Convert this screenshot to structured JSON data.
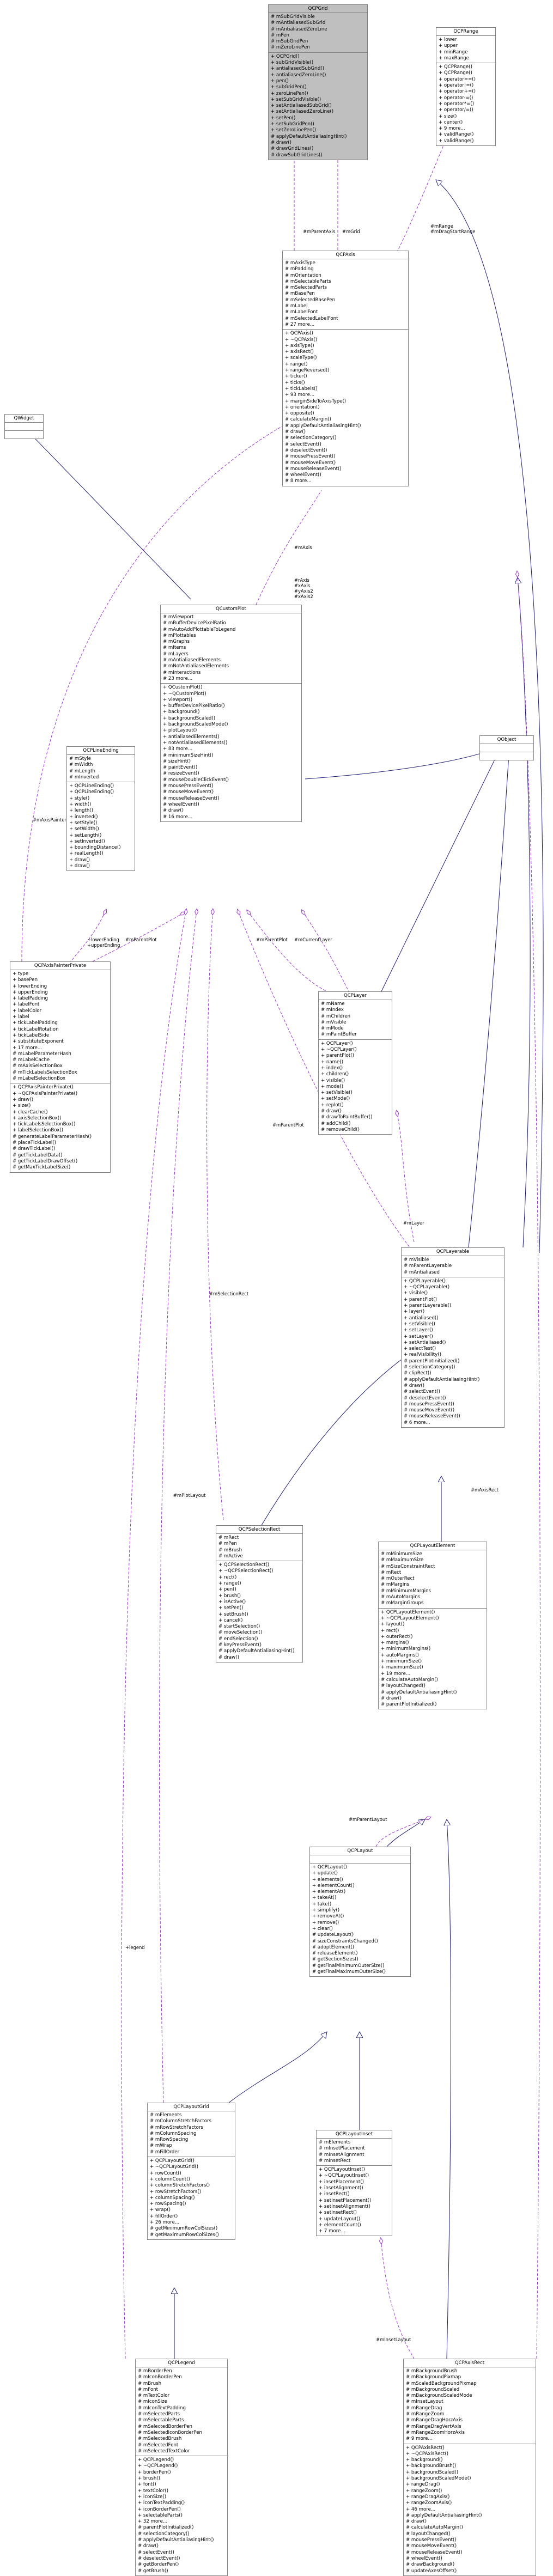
{
  "nodes": [
    {
      "id": "qcpgrid",
      "title": "QCPGrid",
      "members": [
        "# mSubGridVisible",
        "# mAntialiasedSubGrid",
        "# mAntialiasedZeroLine",
        "# mPen",
        "# mSubGridPen",
        "# mZeroLinePen"
      ],
      "methods": [
        "+ QCPGrid()",
        "+ subGridVisible()",
        "+ antialiasedSubGrid()",
        "+ antialiasedZeroLine()",
        "+ pen()",
        "+ subGridPen()",
        "+ zeroLinePen()",
        "+ setSubGridVisible()",
        "+ setAntialiasedSubGrid()",
        "+ setAntialiasedZeroLine()",
        "+ setPen()",
        "+ setSubGridPen()",
        "+ setZeroLinePen()",
        "# applyDefaultAntialiasingHint()",
        "# draw()",
        "# drawGridLines()",
        "# drawSubGridLines()"
      ]
    },
    {
      "id": "qcprange",
      "title": "QCPRange",
      "members": [
        "+ lower",
        "+ upper",
        "+ minRange",
        "+ maxRange"
      ],
      "methods": [
        "+ QCPRange()",
        "+ QCPRange()",
        "+ operator==()",
        "+ operator!=()",
        "+ operator+=()",
        "+ operator-=()",
        "+ operator*=()",
        "+ operator/=()",
        "+ size()",
        "+ center()",
        "+ 9 more...",
        "+ validRange()",
        "+ validRange()"
      ]
    },
    {
      "id": "qcpaxis",
      "title": "QCPAxis",
      "members": [
        "# mAxisType",
        "# mPadding",
        "# mOrientation",
        "# mSelectableParts",
        "# mSelectedParts",
        "# mBasePen",
        "# mSelectedBasePen",
        "# mLabel",
        "# mLabelFont",
        "# mSelectedLabelFont",
        "# 27 more..."
      ],
      "methods": [
        "+ QCPAxis()",
        "+ ~QCPAxis()",
        "+ axisType()",
        "+ axisRect()",
        "+ scaleType()",
        "+ range()",
        "+ rangeReversed()",
        "+ ticker()",
        "+ ticks()",
        "+ tickLabels()",
        "+ 93 more...",
        "+ marginSideToAxisType()",
        "+ orientation()",
        "+ opposite()",
        "# calculateMargin()",
        "# applyDefaultAntialiasingHint()",
        "# draw()",
        "# selectionCategory()",
        "# selectEvent()",
        "# deselectEvent()",
        "# mousePressEvent()",
        "# mouseMoveEvent()",
        "# mouseReleaseEvent()",
        "# wheelEvent()",
        "# 8 more..."
      ]
    },
    {
      "id": "qwidget",
      "title": "QWidget",
      "members": [],
      "methods": []
    },
    {
      "id": "qcustomplot",
      "title": "QCustomPlot",
      "members": [
        "# mViewport",
        "# mBufferDevicePixelRatio",
        "# mAutoAddPlottableToLegend",
        "# mPlottables",
        "# mGraphs",
        "# mItems",
        "# mLayers",
        "# mAntialiasedElements",
        "# mNotAntialiasedElements",
        "# mInteractions",
        "# 23 more..."
      ],
      "methods": [
        "+ QCustomPlot()",
        "+ ~QCustomPlot()",
        "+ viewport()",
        "+ bufferDevicePixelRatio()",
        "+ background()",
        "+ backgroundScaled()",
        "+ backgroundScaledMode()",
        "+ plotLayout()",
        "+ antialiasedElements()",
        "+ notAntialiasedElements()",
        "+ 83 more...",
        "# minimumSizeHint()",
        "# sizeHint()",
        "# paintEvent()",
        "# resizeEvent()",
        "# mouseDoubleClickEvent()",
        "# mousePressEvent()",
        "# mouseMoveEvent()",
        "# mouseReleaseEvent()",
        "# wheelEvent()",
        "# draw()",
        "# 16 more..."
      ]
    },
    {
      "id": "qcplineending",
      "title": "QCPLineEnding",
      "members": [
        "# mStyle",
        "# mWidth",
        "# mLength",
        "# mInverted"
      ],
      "methods": [
        "+ QCPLineEnding()",
        "+ QCPLineEnding()",
        "+ style()",
        "+ width()",
        "+ length()",
        "+ inverted()",
        "+ setStyle()",
        "+ setWidth()",
        "+ setLength()",
        "+ setInverted()",
        "+ boundingDistance()",
        "+ realLength()",
        "+ draw()",
        "+ draw()"
      ]
    },
    {
      "id": "qobject",
      "title": "QObject",
      "members": [],
      "methods": []
    },
    {
      "id": "qcpaxispainterprivate",
      "title": "QCPAxisPainterPrivate",
      "members": [
        "+ type",
        "+ basePen",
        "+ lowerEnding",
        "+ upperEnding",
        "+ labelPadding",
        "+ labelFont",
        "+ labelColor",
        "+ label",
        "+ tickLabelPadding",
        "+ tickLabelRotation",
        "+ tickLabelSide",
        "+ substituteExponent",
        "+ 17 more...",
        "# mLabelParameterHash",
        "# mLabelCache",
        "# mAxisSelectionBox",
        "# mTickLabelsSelectionBox",
        "# mLabelSelectionBox"
      ],
      "methods": [
        "+ QCPAxisPainterPrivate()",
        "+ ~QCPAxisPainterPrivate()",
        "+ draw()",
        "+ size()",
        "+ clearCache()",
        "+ axisSelectionBox()",
        "+ tickLabelsSelectionBox()",
        "+ labelSelectionBox()",
        "# generateLabelParameterHash()",
        "# placeTickLabel()",
        "# drawTickLabel()",
        "# getTickLabelData()",
        "# getTickLabelDrawOffset()",
        "# getMaxTickLabelSize()"
      ]
    },
    {
      "id": "qcplayer",
      "title": "QCPLayer",
      "members": [
        "# mName",
        "# mIndex",
        "# mChildren",
        "# mVisible",
        "# mMode",
        "# mPaintBuffer"
      ],
      "methods": [
        "+ QCPLayer()",
        "+ ~QCPLayer()",
        "+ parentPlot()",
        "+ name()",
        "+ index()",
        "+ children()",
        "+ visible()",
        "+ mode()",
        "+ setVisible()",
        "+ setMode()",
        "+ replot()",
        "# draw()",
        "# drawToPaintBuffer()",
        "# addChild()",
        "# removeChild()"
      ]
    },
    {
      "id": "qcplayerable",
      "title": "QCPLayerable",
      "members": [
        "# mVisible",
        "# mParentLayerable",
        "# mAntialiased"
      ],
      "methods": [
        "+ QCPLayerable()",
        "+ ~QCPLayerable()",
        "+ visible()",
        "+ parentPlot()",
        "+ parentLayerable()",
        "+ layer()",
        "+ antialiased()",
        "+ setVisible()",
        "+ setLayer()",
        "+ setLayer()",
        "+ setAntialiased()",
        "+ selectTest()",
        "+ realVisibility()",
        "# parentPlotInitialized()",
        "# selectionCategory()",
        "# clipRect()",
        "# applyDefaultAntialiasingHint()",
        "# draw()",
        "# selectEvent()",
        "# deselectEvent()",
        "# mousePressEvent()",
        "# mouseMoveEvent()",
        "# mouseReleaseEvent()",
        "# 6 more..."
      ]
    },
    {
      "id": "qcpselectionrect",
      "title": "QCPSelectionRect",
      "members": [
        "# mRect",
        "# mPen",
        "# mBrush",
        "# mActive"
      ],
      "methods": [
        "+ QCPSelectionRect()",
        "+ ~QCPSelectionRect()",
        "+ rect()",
        "+ range()",
        "+ pen()",
        "+ brush()",
        "+ isActive()",
        "+ setPen()",
        "+ setBrush()",
        "+ cancel()",
        "# startSelection()",
        "# moveSelection()",
        "# endSelection()",
        "# keyPressEvent()",
        "# applyDefaultAntialiasingHint()",
        "# draw()"
      ]
    },
    {
      "id": "qcplayoutelement",
      "title": "QCPLayoutElement",
      "members": [
        "# mMinimumSize",
        "# mMaximumSize",
        "# mSizeConstraintRect",
        "# mRect",
        "# mOuterRect",
        "# mMargins",
        "# mMinimumMargins",
        "# mAutoMargins",
        "# mMarginGroups"
      ],
      "methods": [
        "+ QCPLayoutElement()",
        "+ ~QCPLayoutElement()",
        "+ layout()",
        "+ rect()",
        "+ outerRect()",
        "+ margins()",
        "+ minimumMargins()",
        "+ autoMargins()",
        "+ minimumSize()",
        "+ maximumSize()",
        "+ 19 more...",
        "# calculateAutoMargin()",
        "# layoutChanged()",
        "# applyDefaultAntialiasingHint()",
        "# draw()",
        "# parentPlotInitialized()"
      ]
    },
    {
      "id": "qcplayout",
      "title": "QCPLayout",
      "members": [],
      "methods": [
        "+ QCPLayout()",
        "+ update()",
        "+ elements()",
        "+ elementCount()",
        "+ elementAt()",
        "+ takeAt()",
        "+ take()",
        "+ simplify()",
        "+ removeAt()",
        "+ remove()",
        "+ clear()",
        "# updateLayout()",
        "# sizeConstraintsChanged()",
        "# adoptElement()",
        "# releaseElement()",
        "# getSectionSizes()",
        "# getFinalMinimumOuterSize()",
        "# getFinalMaximumOuterSize()"
      ]
    },
    {
      "id": "qcplayoutgrid",
      "title": "QCPLayoutGrid",
      "members": [
        "# mElements",
        "# mColumnStretchFactors",
        "# mRowStretchFactors",
        "# mColumnSpacing",
        "# mRowSpacing",
        "# mWrap",
        "# mFillOrder"
      ],
      "methods": [
        "+ QCPLayoutGrid()",
        "+ ~QCPLayoutGrid()",
        "+ rowCount()",
        "+ columnCount()",
        "+ columnStretchFactors()",
        "+ rowStretchFactors()",
        "+ columnSpacing()",
        "+ rowSpacing()",
        "+ wrap()",
        "+ fillOrder()",
        "+ 26 more...",
        "# getMinimumRowColSizes()",
        "# getMaximumRowColSizes()"
      ]
    },
    {
      "id": "qcplayoutinset",
      "title": "QCPLayoutInset",
      "members": [
        "# mElements",
        "# mInsetPlacement",
        "# mInsetAlignment",
        "# mInsetRect"
      ],
      "methods": [
        "+ QCPLayoutInset()",
        "+ ~QCPLayoutInset()",
        "+ insetPlacement()",
        "+ insetAlignment()",
        "+ insetRect()",
        "+ setInsetPlacement()",
        "+ setInsetAlignment()",
        "+ setInsetRect()",
        "+ updateLayout()",
        "+ elementCount()",
        "+ 7 more..."
      ]
    },
    {
      "id": "qcplegend",
      "title": "QCPLegend",
      "members": [
        "# mBorderPen",
        "# mIconBorderPen",
        "# mBrush",
        "# mFont",
        "# mTextColor",
        "# mIconSize",
        "# mIconTextPadding",
        "# mSelectedParts",
        "# mSelectableParts",
        "# mSelectedBorderPen",
        "# mSelectedIconBorderPen",
        "# mSelectedBrush",
        "# mSelectedFont",
        "# mSelectedTextColor"
      ],
      "methods": [
        "+ QCPLegend()",
        "+ ~QCPLegend()",
        "+ borderPen()",
        "+ brush()",
        "+ font()",
        "+ textColor()",
        "+ iconSize()",
        "+ iconTextPadding()",
        "+ iconBorderPen()",
        "+ selectableParts()",
        "+ 32 more...",
        "# parentPlotInitialized()",
        "# selectionCategory()",
        "# applyDefaultAntialiasingHint()",
        "# draw()",
        "# selectEvent()",
        "# deselectEvent()",
        "# getBorderPen()",
        "# getBrush()"
      ]
    },
    {
      "id": "qcpaxisrect",
      "title": "QCPAxisRect",
      "members": [
        "# mBackgroundBrush",
        "# mBackgroundPixmap",
        "# mScaledBackgroundPixmap",
        "# mBackgroundScaled",
        "# mBackgroundScaledMode",
        "# mInsetLayout",
        "# mRangeDrag",
        "# mRangeZoom",
        "# mRangeDragHorzAxis",
        "# mRangeDragVertAxis",
        "# mRangeZoomHorzAxis",
        "# 9 more..."
      ],
      "methods": [
        "+ QCPAxisRect()",
        "+ ~QCPAxisRect()",
        "+ background()",
        "+ backgroundBrush()",
        "+ backgroundScaled()",
        "+ backgroundScaledMode()",
        "+ rangeDrag()",
        "+ rangeZoom()",
        "+ rangeDragAxis()",
        "+ rangeZoomAxis()",
        "+ 46 more...",
        "# applyDefaultAntialiasingHint()",
        "# draw()",
        "# calculateAutoMargin()",
        "# layoutChanged()",
        "# mousePressEvent()",
        "# mouseMoveEvent()",
        "# mouseReleaseEvent()",
        "# wheelEvent()",
        "# drawBackground()",
        "# updateAxesOffset()"
      ]
    }
  ],
  "edge_labels": [
    {
      "id": "l-mparentaxis",
      "text": "#mParentAxis"
    },
    {
      "id": "l-mgrid",
      "text": "#mGrid"
    },
    {
      "id": "l-mrange",
      "text": "#mRange\n#mDragStartRange"
    },
    {
      "id": "l-maxis",
      "text": "#mAxis"
    },
    {
      "id": "l-raxis",
      "text": "#rAxis\n#xAxis\n#yAxis2\n#xAxis2"
    },
    {
      "id": "l-maxispainter",
      "text": "#mAxisPainter"
    },
    {
      "id": "l-lowerending",
      "text": "+lowerEnding\n+upperEnding"
    },
    {
      "id": "l-mparentplot1",
      "text": "#mParentPlot"
    },
    {
      "id": "l-mparentplot2",
      "text": "#mParentPlot"
    },
    {
      "id": "l-mcurrentlayer",
      "text": "#mCurrentLayer"
    },
    {
      "id": "l-mparentplot3",
      "text": "#mParentPlot"
    },
    {
      "id": "l-mlayer",
      "text": "#mLayer"
    },
    {
      "id": "l-mselectionrect",
      "text": "#mSelectionRect"
    },
    {
      "id": "l-mplotlayout",
      "text": "#mPlotLayout"
    },
    {
      "id": "l-mparentlayout",
      "text": "#mParentLayout"
    },
    {
      "id": "l-legend",
      "text": "+legend"
    },
    {
      "id": "l-maxisrect",
      "text": "#mAxisRect"
    },
    {
      "id": "l-minsetlayout",
      "text": "#mInsetLayout"
    }
  ]
}
